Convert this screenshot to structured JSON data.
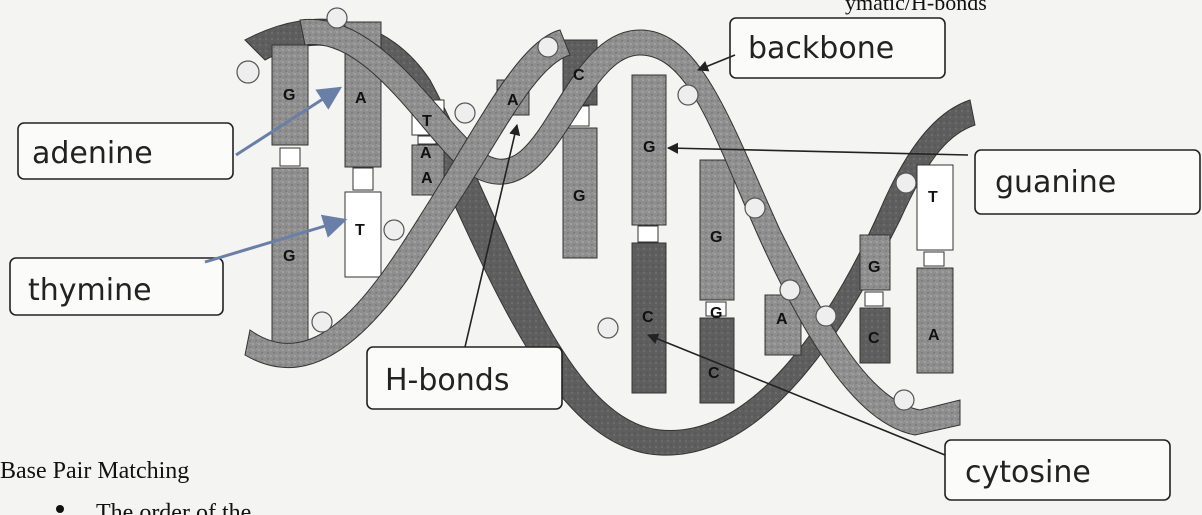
{
  "header_fragment": "ymatic/H-bonds",
  "labels": {
    "backbone": "backbone",
    "adenine": "adenine",
    "guanine": "guanine",
    "thymine": "thymine",
    "hbonds": "H-bonds",
    "cytosine": "cytosine"
  },
  "bases": [
    "G",
    "A",
    "T",
    "A",
    "C",
    "G",
    "G",
    "T",
    "G",
    "A",
    "G",
    "G",
    "T",
    "G",
    "C",
    "A",
    "C",
    "A",
    "C",
    "A"
  ],
  "section": {
    "heading": "Base Pair Matching",
    "bullet_fragment": "The order of the"
  },
  "colors": {
    "strand": "#6f6f6f",
    "strand_light": "#9a9a9a",
    "purine": "#8a8a8a",
    "pyrimidine_dark": "#555555",
    "thymine": "#ffffff",
    "ink": "#222222",
    "arrow": "#6a7fa8"
  }
}
